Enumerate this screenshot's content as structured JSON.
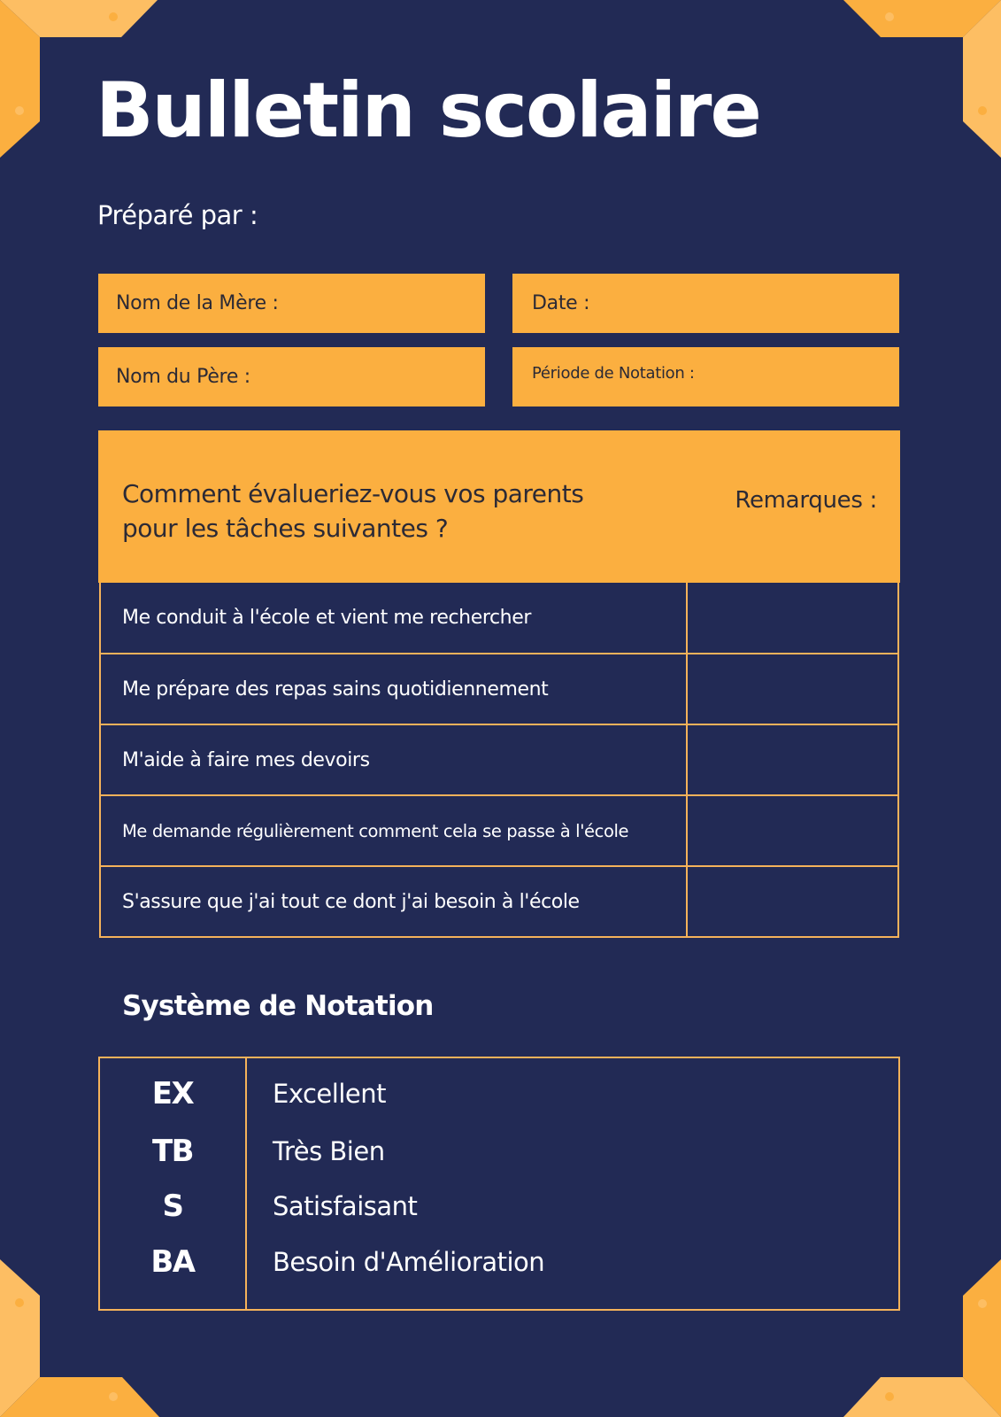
{
  "document": {
    "title": "Bulletin scolaire",
    "prepared_by_label": "Préparé par :"
  },
  "fields": {
    "mother_name_label": "Nom de la Mère :",
    "father_name_label": "Nom du Père :",
    "date_label": "Date :",
    "period_label": "Période de Notation :"
  },
  "evaluation": {
    "question_line1": "Comment évalueriez-vous vos parents",
    "question_line2": "pour les tâches suivantes ?",
    "remarks_label": "Remarques :",
    "tasks": [
      {
        "label": "Me conduit à l'école et vient me rechercher",
        "remark": ""
      },
      {
        "label": "Me prépare des repas sains quotidiennement",
        "remark": ""
      },
      {
        "label": "M'aide à faire mes devoirs",
        "remark": ""
      },
      {
        "label": "Me demande régulièrement comment cela se passe à l'école",
        "remark": ""
      },
      {
        "label": "S'assure que j'ai tout ce dont j'ai besoin à l'école",
        "remark": ""
      }
    ]
  },
  "grading_system": {
    "title": "Système de Notation",
    "grades": [
      {
        "code": "EX",
        "meaning": "Excellent"
      },
      {
        "code": "TB",
        "meaning": "Très Bien"
      },
      {
        "code": "S",
        "meaning": "Satisfaisant"
      },
      {
        "code": "BA",
        "meaning": "Besoin d'Amélioration"
      }
    ]
  },
  "colors": {
    "background": "#222A55",
    "accent": "#FBAF40",
    "accent_light": "#FDBE63",
    "text_dark": "#2C2A35",
    "text_light": "#FFFFFF",
    "border": "#F5B25A"
  }
}
